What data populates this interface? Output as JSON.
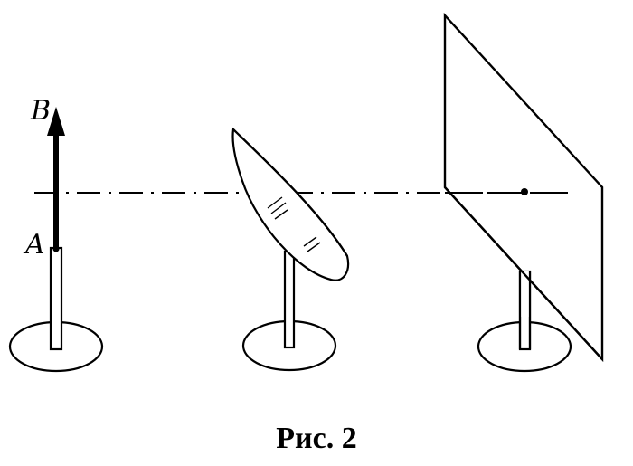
{
  "labels": {
    "point_b": "B",
    "point_a": "A"
  },
  "caption": "Рис. 2",
  "colors": {
    "ink": "#000000",
    "background": "#ffffff"
  }
}
